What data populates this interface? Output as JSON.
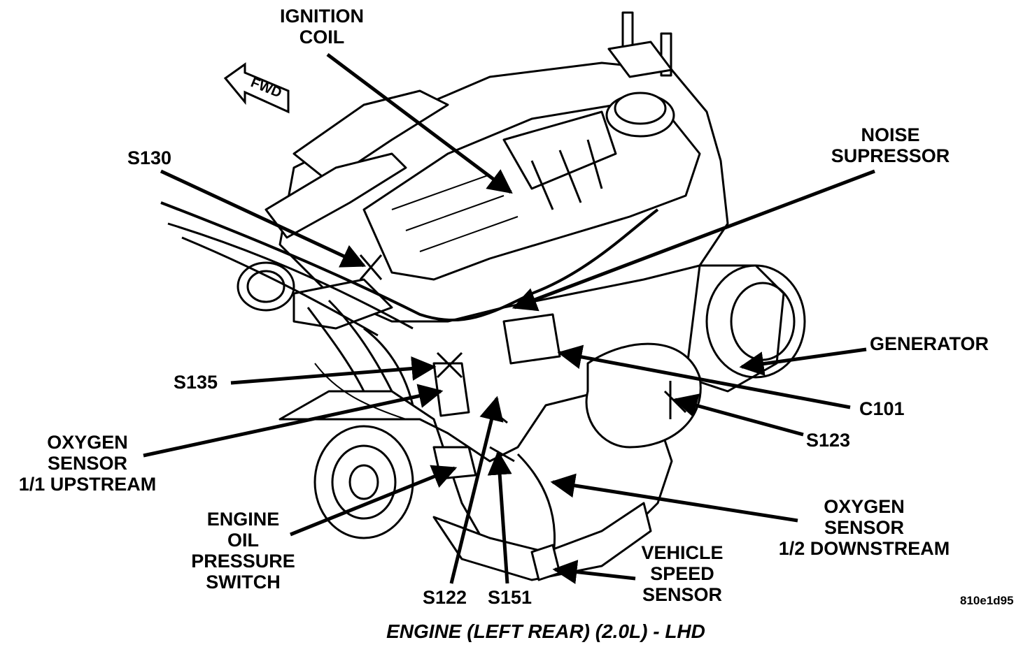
{
  "labels": {
    "ignition_coil": [
      "IGNITION",
      "COIL"
    ],
    "noise_supressor": [
      "NOISE",
      "SUPRESSOR"
    ],
    "s130": "S130",
    "generator": "GENERATOR",
    "s135": "S135",
    "c101": "C101",
    "s123": "S123",
    "oxygen_sensor_upstream": [
      "OXYGEN",
      "SENSOR",
      "1/1 UPSTREAM"
    ],
    "oxygen_sensor_downstream": [
      "OXYGEN",
      "SENSOR",
      "1/2 DOWNSTREAM"
    ],
    "engine_oil_pressure_switch": [
      "ENGINE",
      "OIL",
      "PRESSURE",
      "SWITCH"
    ],
    "vehicle_speed_sensor": [
      "VEHICLE",
      "SPEED",
      "SENSOR"
    ],
    "s122": "S122",
    "s151": "S151",
    "fwd": "FWD"
  },
  "caption": "ENGINE (LEFT REAR) (2.0L) - LHD",
  "figure_code": "810e1d95"
}
